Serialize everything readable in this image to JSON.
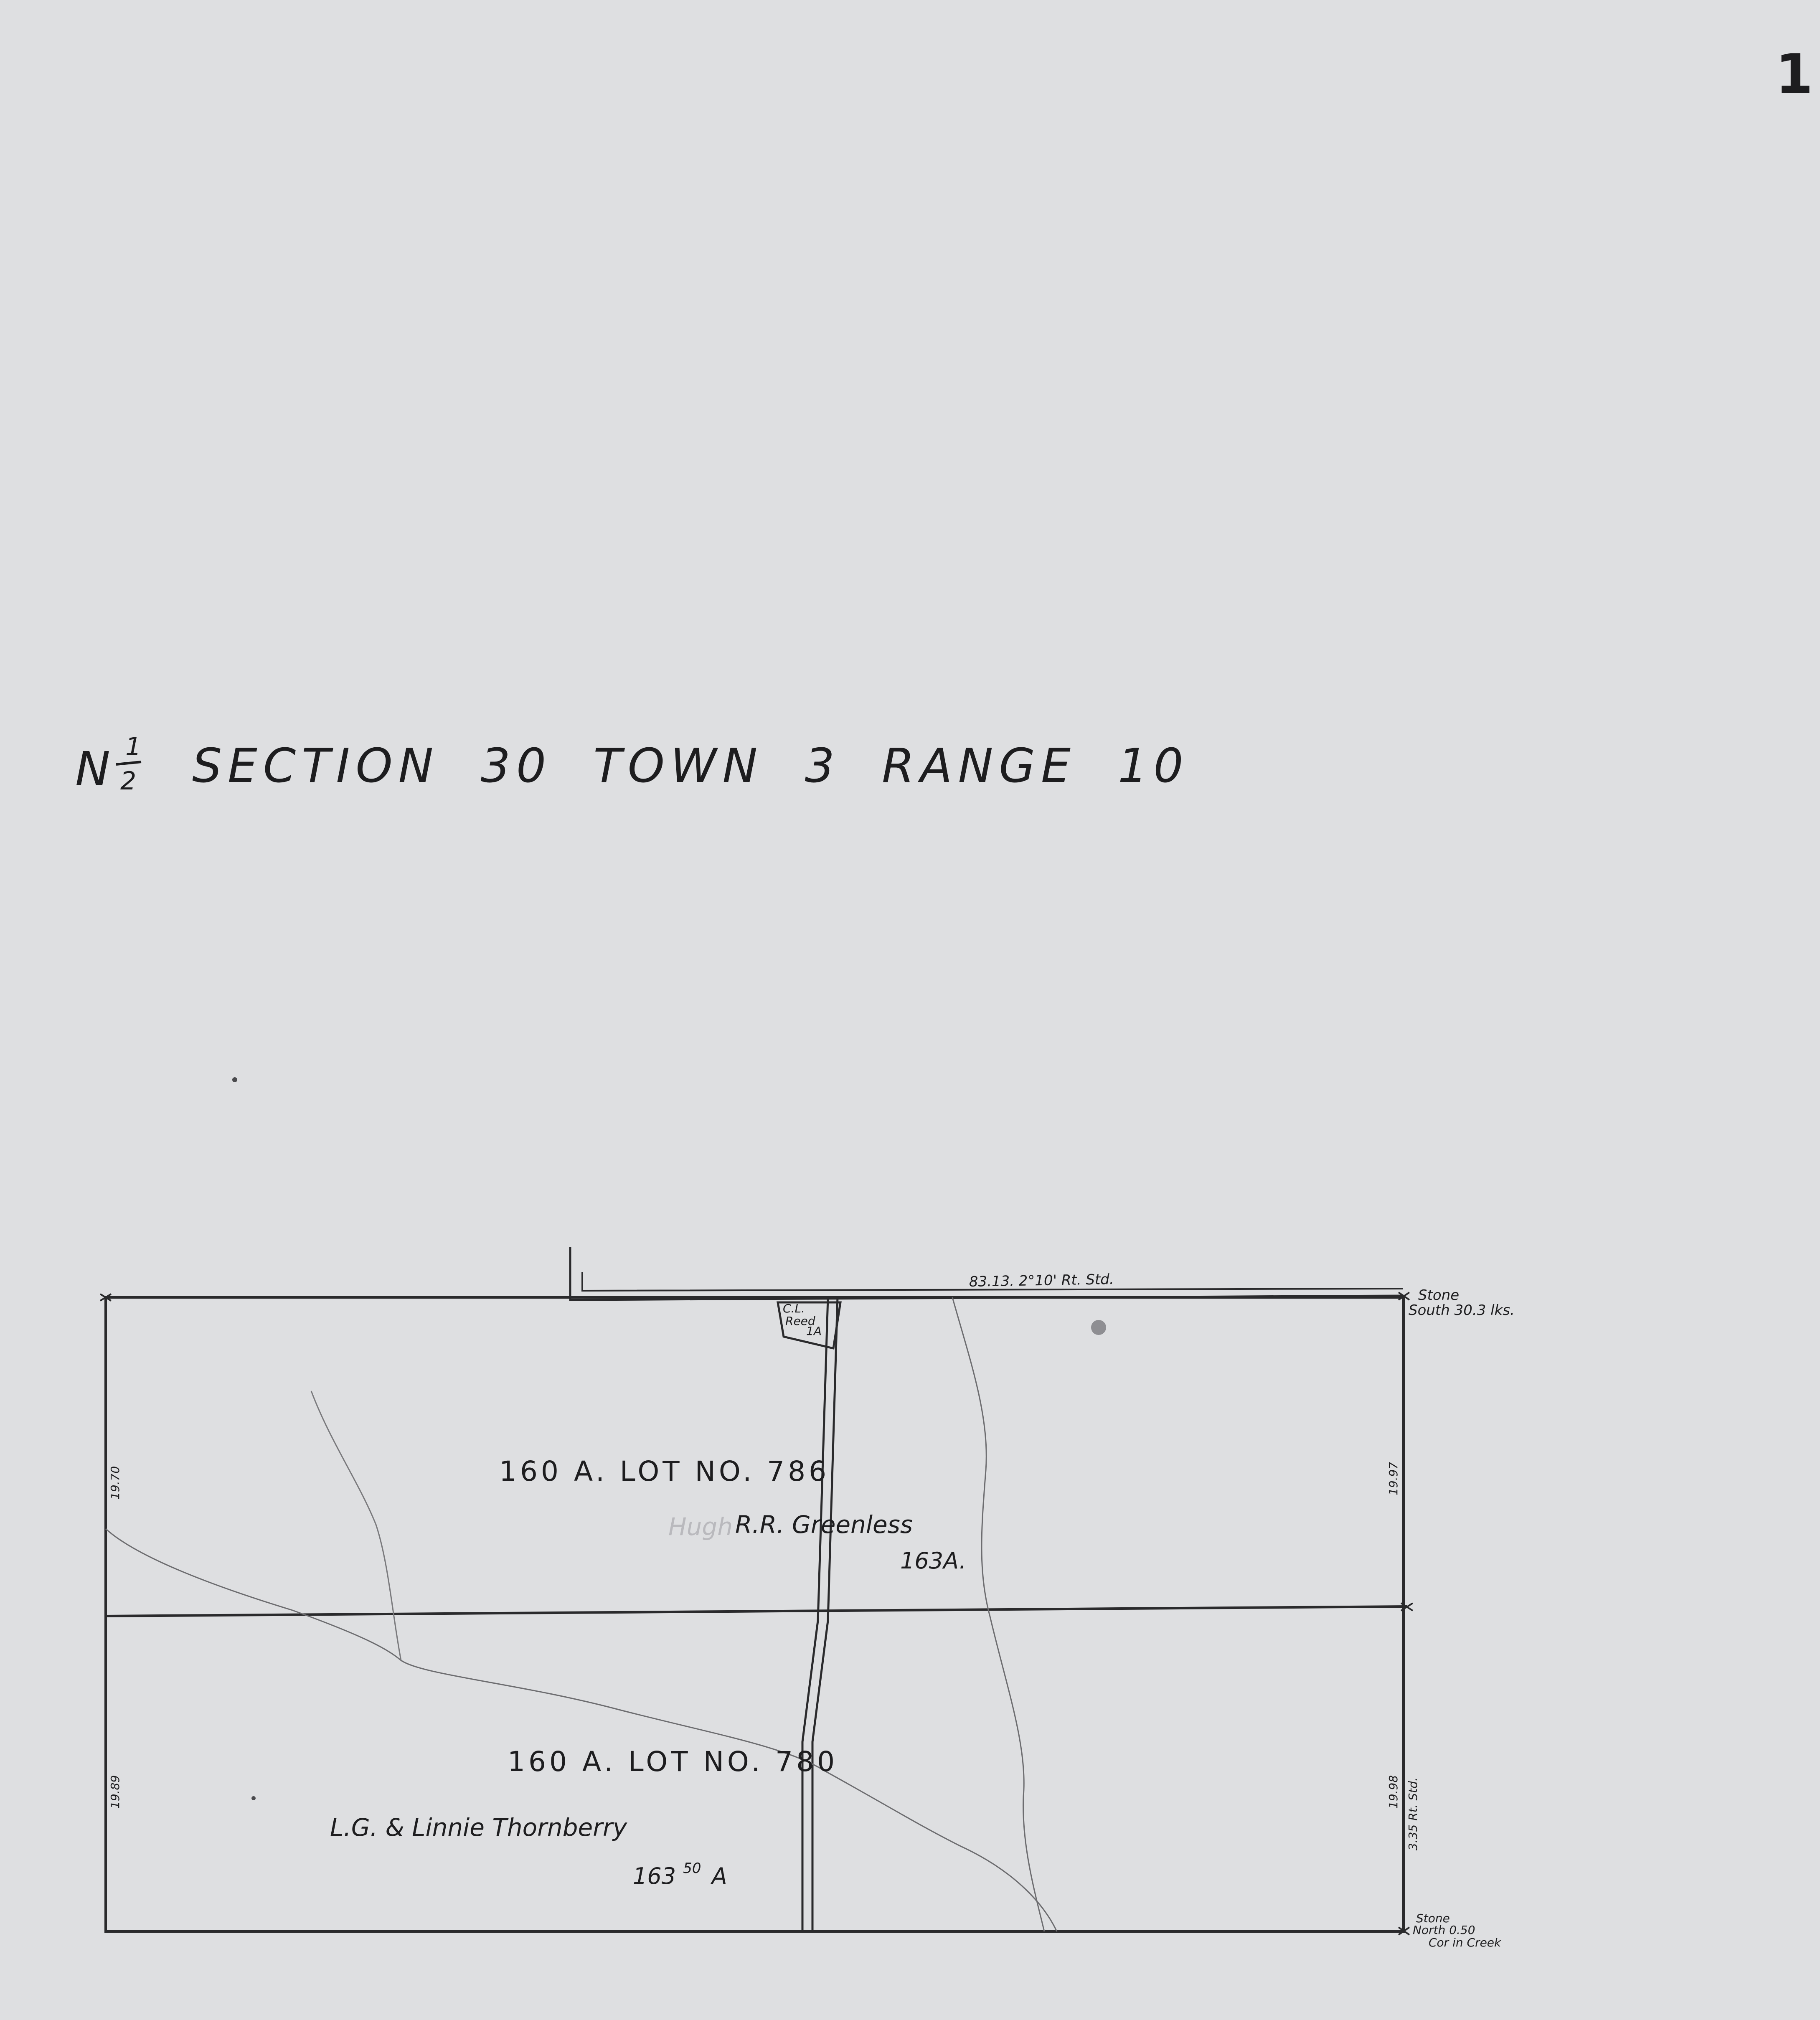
{
  "page_number": "1",
  "title": {
    "prefix": "N",
    "fraction_num": "1",
    "fraction_den": "2",
    "main": "SECTION  30  TOWN  3  RANGE  10"
  },
  "lots": [
    {
      "label": "160 A. LOT NO. 786",
      "owner": "R.R. Greenless",
      "owner_faded": "Hugh",
      "acres": "163A."
    },
    {
      "label": "160 A. LOT NO. 780",
      "owner": "L.G. & Linnie Thornberry",
      "acres_main": "163",
      "acres_sup": "50",
      "acres_unit": "A"
    }
  ],
  "parcel": {
    "name_line1": "C.L.",
    "name_line2": "Reed",
    "acres": "1A"
  },
  "annotations": {
    "top_line": "83.13.  2°10' Rt. Std.",
    "ne_corner_line1": "Stone",
    "ne_corner_line2": "South 30.3 lks.",
    "se_corner_line1": "Stone",
    "se_corner_line2": "North 0.50",
    "se_corner_line3": "Cor in Creek",
    "west_upper": "19.70",
    "west_lower": "19.89",
    "east_upper": "19.97",
    "east_lower": "19.98",
    "east_lower_std": "3.35 Rt. Std."
  }
}
